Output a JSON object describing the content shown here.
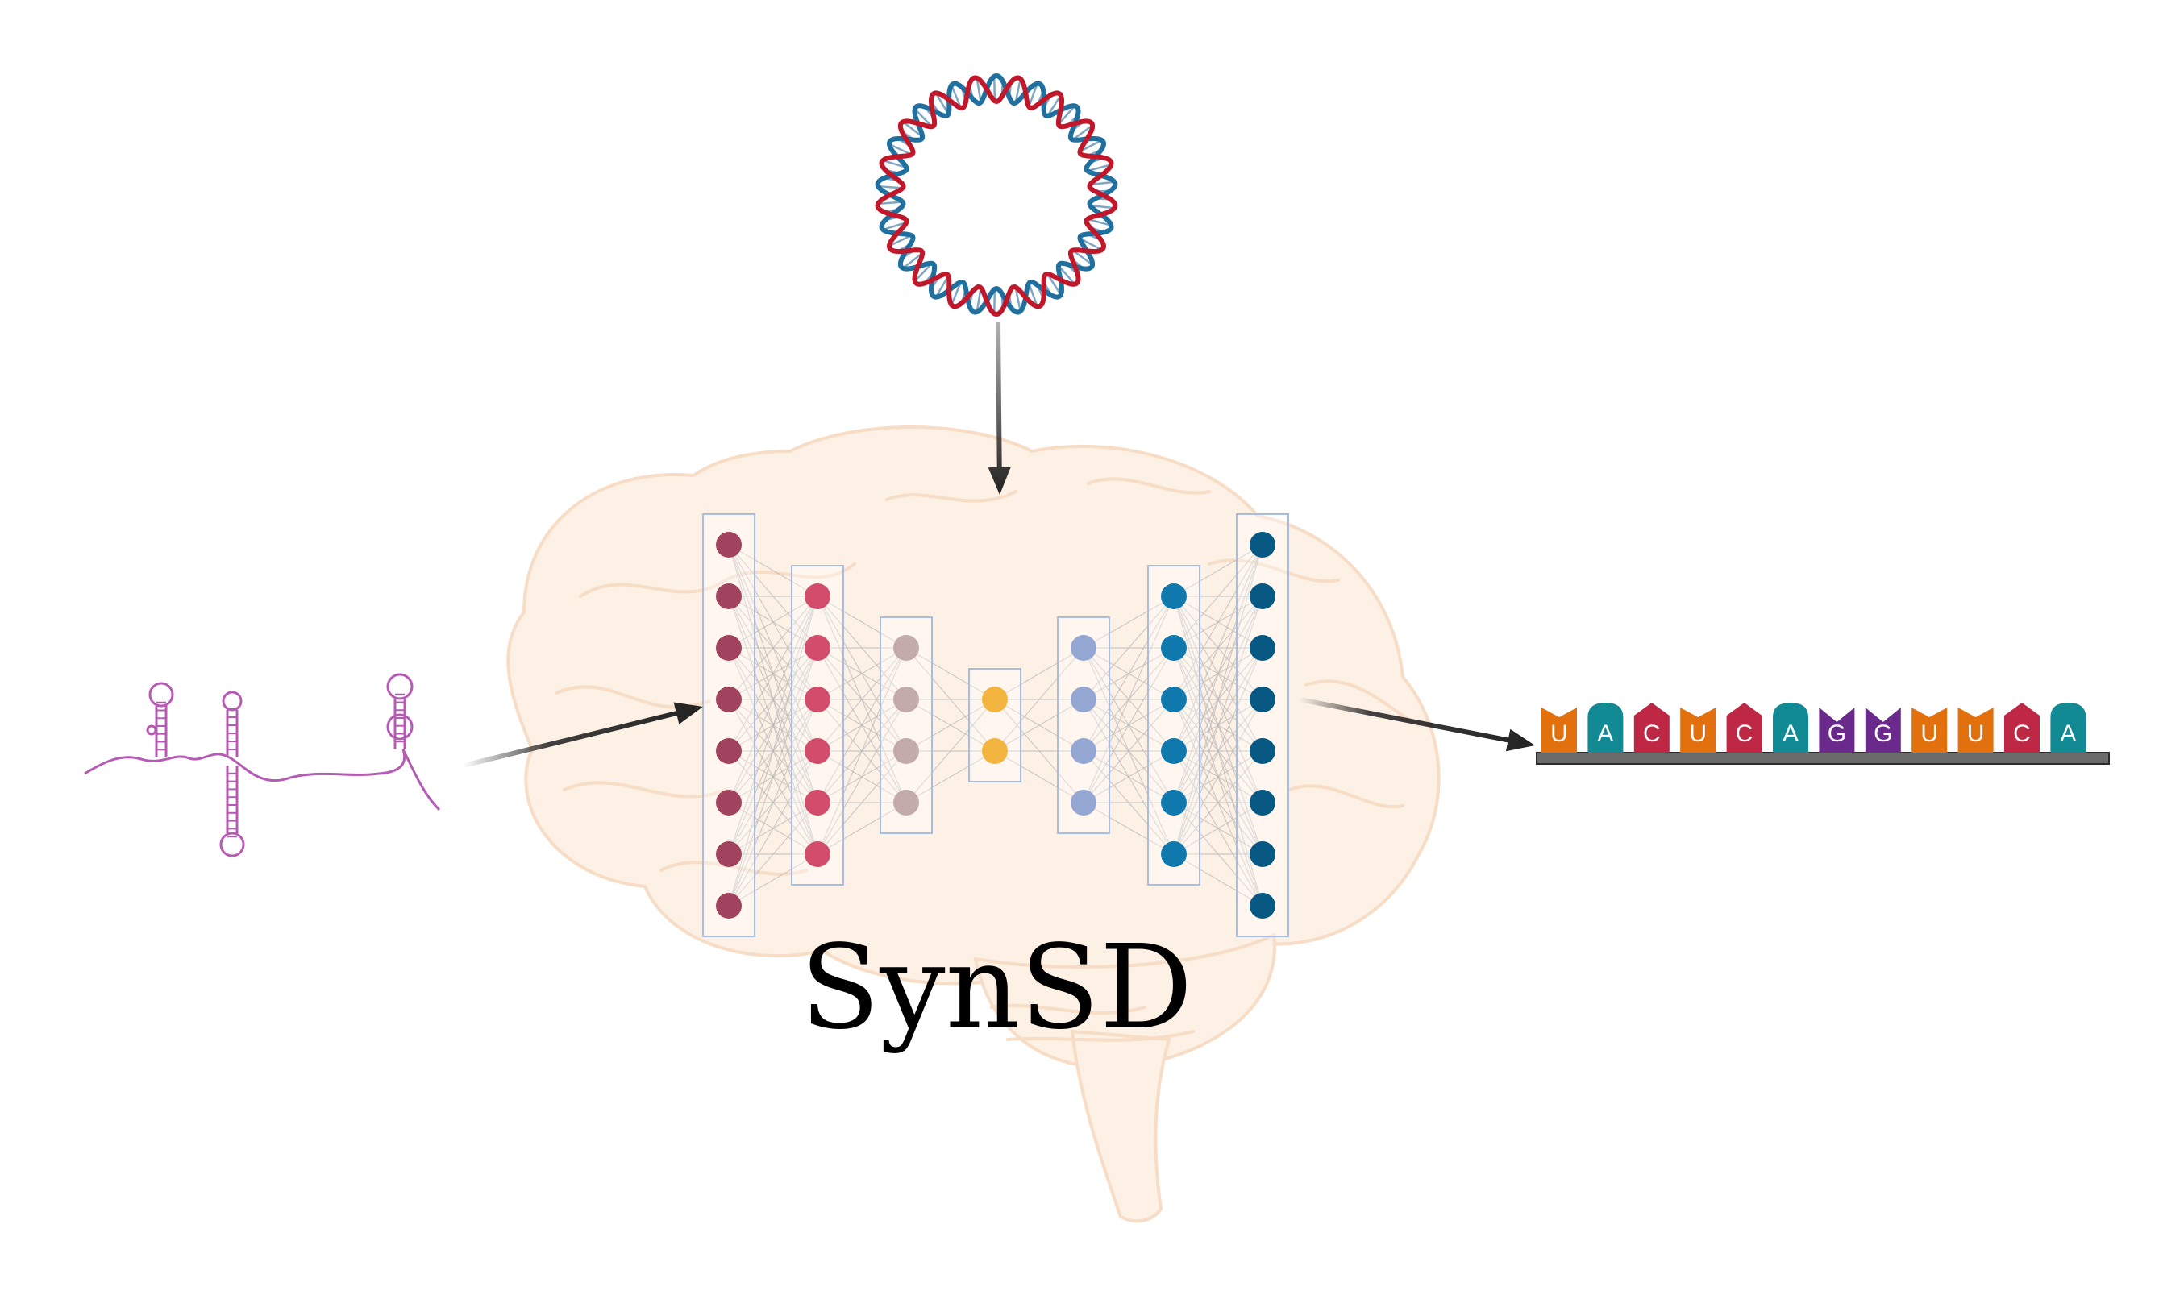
{
  "title": "SynSD",
  "colors": {
    "brain_fill": "#fdf1e6",
    "brain_stroke": "#f7dcc6",
    "plasmid_red": "#c0172b",
    "plasmid_blue": "#1f6f9f",
    "rna_magenta": "#b55bb4",
    "arrow": "#222222",
    "layer_box": "#a7bde6",
    "edge": "#b8b8b8",
    "strand_bar": "#6b6b6b"
  },
  "network": {
    "layers": [
      {
        "nodes": 8,
        "color": "#a1425f"
      },
      {
        "nodes": 6,
        "color": "#d24d6c"
      },
      {
        "nodes": 4,
        "color": "#c2aba9"
      },
      {
        "nodes": 2,
        "color": "#f3b540"
      },
      {
        "nodes": 4,
        "color": "#94a7d2"
      },
      {
        "nodes": 6,
        "color": "#0f79ad"
      },
      {
        "nodes": 8,
        "color": "#085884"
      }
    ]
  },
  "sequence": {
    "bases": [
      "U",
      "A",
      "C",
      "U",
      "C",
      "A",
      "G",
      "G",
      "U",
      "U",
      "C",
      "A"
    ],
    "colors": {
      "U": "#e2710d",
      "A": "#118a94",
      "C": "#be2845",
      "G": "#6a2a8c"
    }
  }
}
